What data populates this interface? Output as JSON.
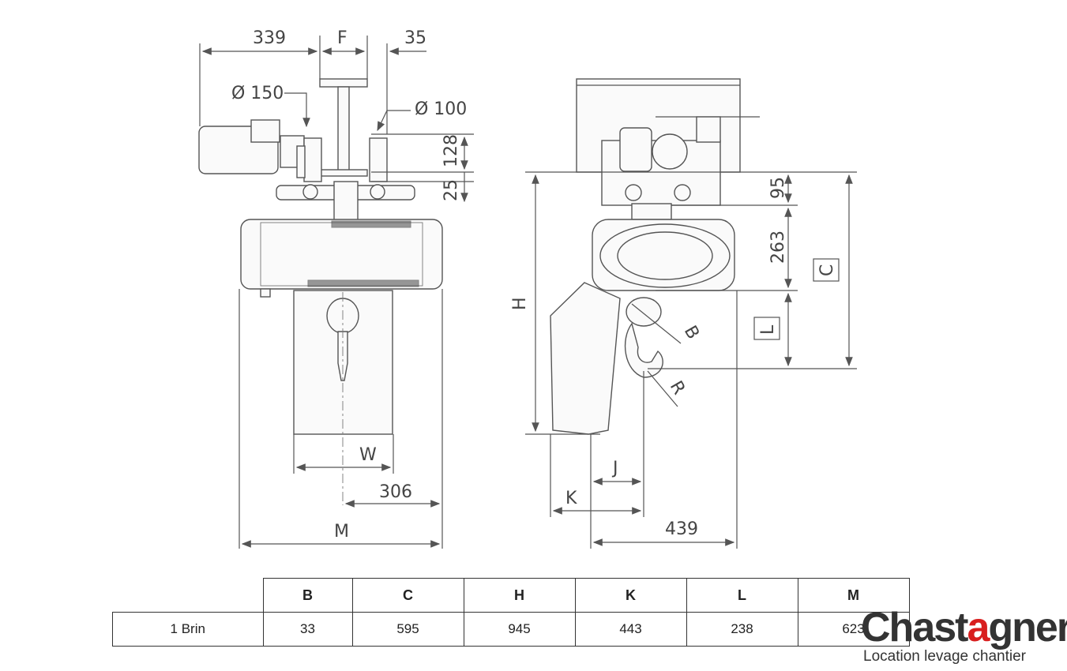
{
  "drawing": {
    "labels": {
      "d339": "339",
      "dF": "F",
      "d35": "35",
      "d150": "Ø 150",
      "d100": "Ø 100",
      "d128": "128",
      "d25": "25",
      "dW": "W",
      "d306": "306",
      "dM": "M",
      "dH": "H",
      "d95": "95",
      "d263": "263",
      "dC": "C",
      "dL": "L",
      "dB": "B",
      "dR": "R",
      "dJ": "J",
      "dK": "K",
      "d439": "439"
    }
  },
  "table": {
    "headers": [
      "B",
      "C",
      "H",
      "K",
      "L",
      "M"
    ],
    "rows": [
      {
        "label": "1 Brin",
        "values": [
          "33",
          "595",
          "945",
          "443",
          "238",
          "623"
        ]
      }
    ]
  },
  "logo": {
    "main_a": "Chas",
    "main_b": "t",
    "main_c": "a",
    "main_d": "gner",
    "sub": "Location levage chantier",
    "accent_color": "#d81e1e"
  }
}
